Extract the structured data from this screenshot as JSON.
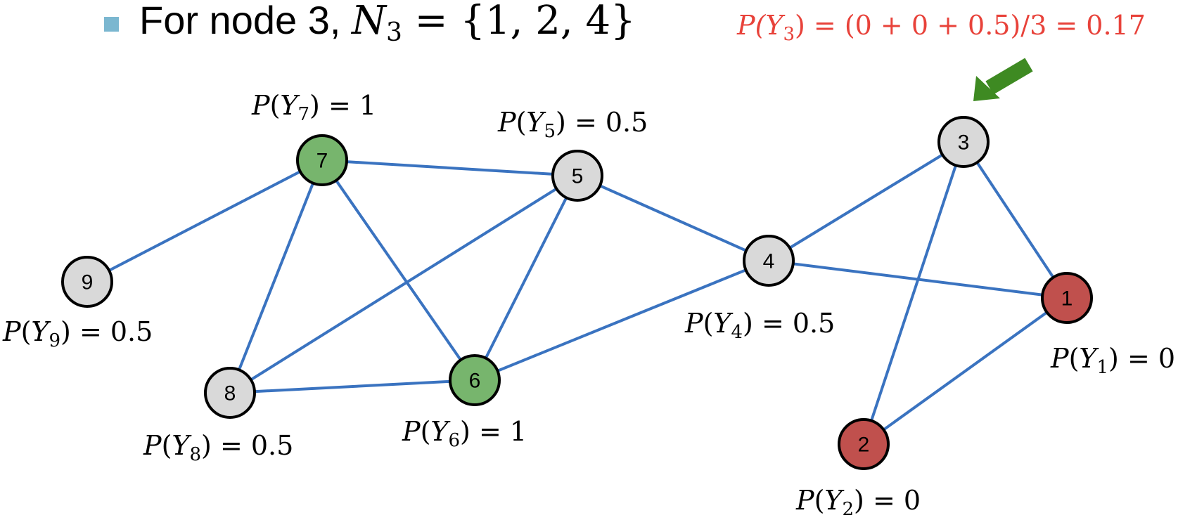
{
  "heading": {
    "prefix": "For node 3, ",
    "set_symbol": "N",
    "set_sub": "3",
    "set_value": " = {1, 2, 4}"
  },
  "annotation": {
    "text": "P(Y",
    "sub": "3",
    "rest": ") = (0 + 0 + 0.5)/3 = 0.17",
    "color": "#e8423a"
  },
  "arrow": {
    "color": "#3e8a22"
  },
  "colors": {
    "edge": "#3a73c0",
    "unknown": "#d9d9d9",
    "positive": "#77b56d",
    "negative": "#c0504d"
  },
  "nodes": [
    {
      "id": "1",
      "status": "negative",
      "prob_sub": "1",
      "prob_value": "0"
    },
    {
      "id": "2",
      "status": "negative",
      "prob_sub": "2",
      "prob_value": "0"
    },
    {
      "id": "3",
      "status": "unknown",
      "prob_sub": "",
      "prob_value": ""
    },
    {
      "id": "4",
      "status": "unknown",
      "prob_sub": "4",
      "prob_value": "0.5"
    },
    {
      "id": "5",
      "status": "unknown",
      "prob_sub": "5",
      "prob_value": "0.5"
    },
    {
      "id": "6",
      "status": "positive",
      "prob_sub": "6",
      "prob_value": "1"
    },
    {
      "id": "7",
      "status": "positive",
      "prob_sub": "7",
      "prob_value": "1"
    },
    {
      "id": "8",
      "status": "unknown",
      "prob_sub": "8",
      "prob_value": "0.5"
    },
    {
      "id": "9",
      "status": "unknown",
      "prob_sub": "9",
      "prob_value": "0.5"
    }
  ],
  "edges": [
    [
      "7",
      "9"
    ],
    [
      "7",
      "5"
    ],
    [
      "7",
      "8"
    ],
    [
      "7",
      "6"
    ],
    [
      "5",
      "8"
    ],
    [
      "5",
      "6"
    ],
    [
      "5",
      "4"
    ],
    [
      "8",
      "6"
    ],
    [
      "6",
      "4"
    ],
    [
      "4",
      "3"
    ],
    [
      "4",
      "1"
    ],
    [
      "3",
      "1"
    ],
    [
      "3",
      "2"
    ],
    [
      "1",
      "2"
    ]
  ]
}
